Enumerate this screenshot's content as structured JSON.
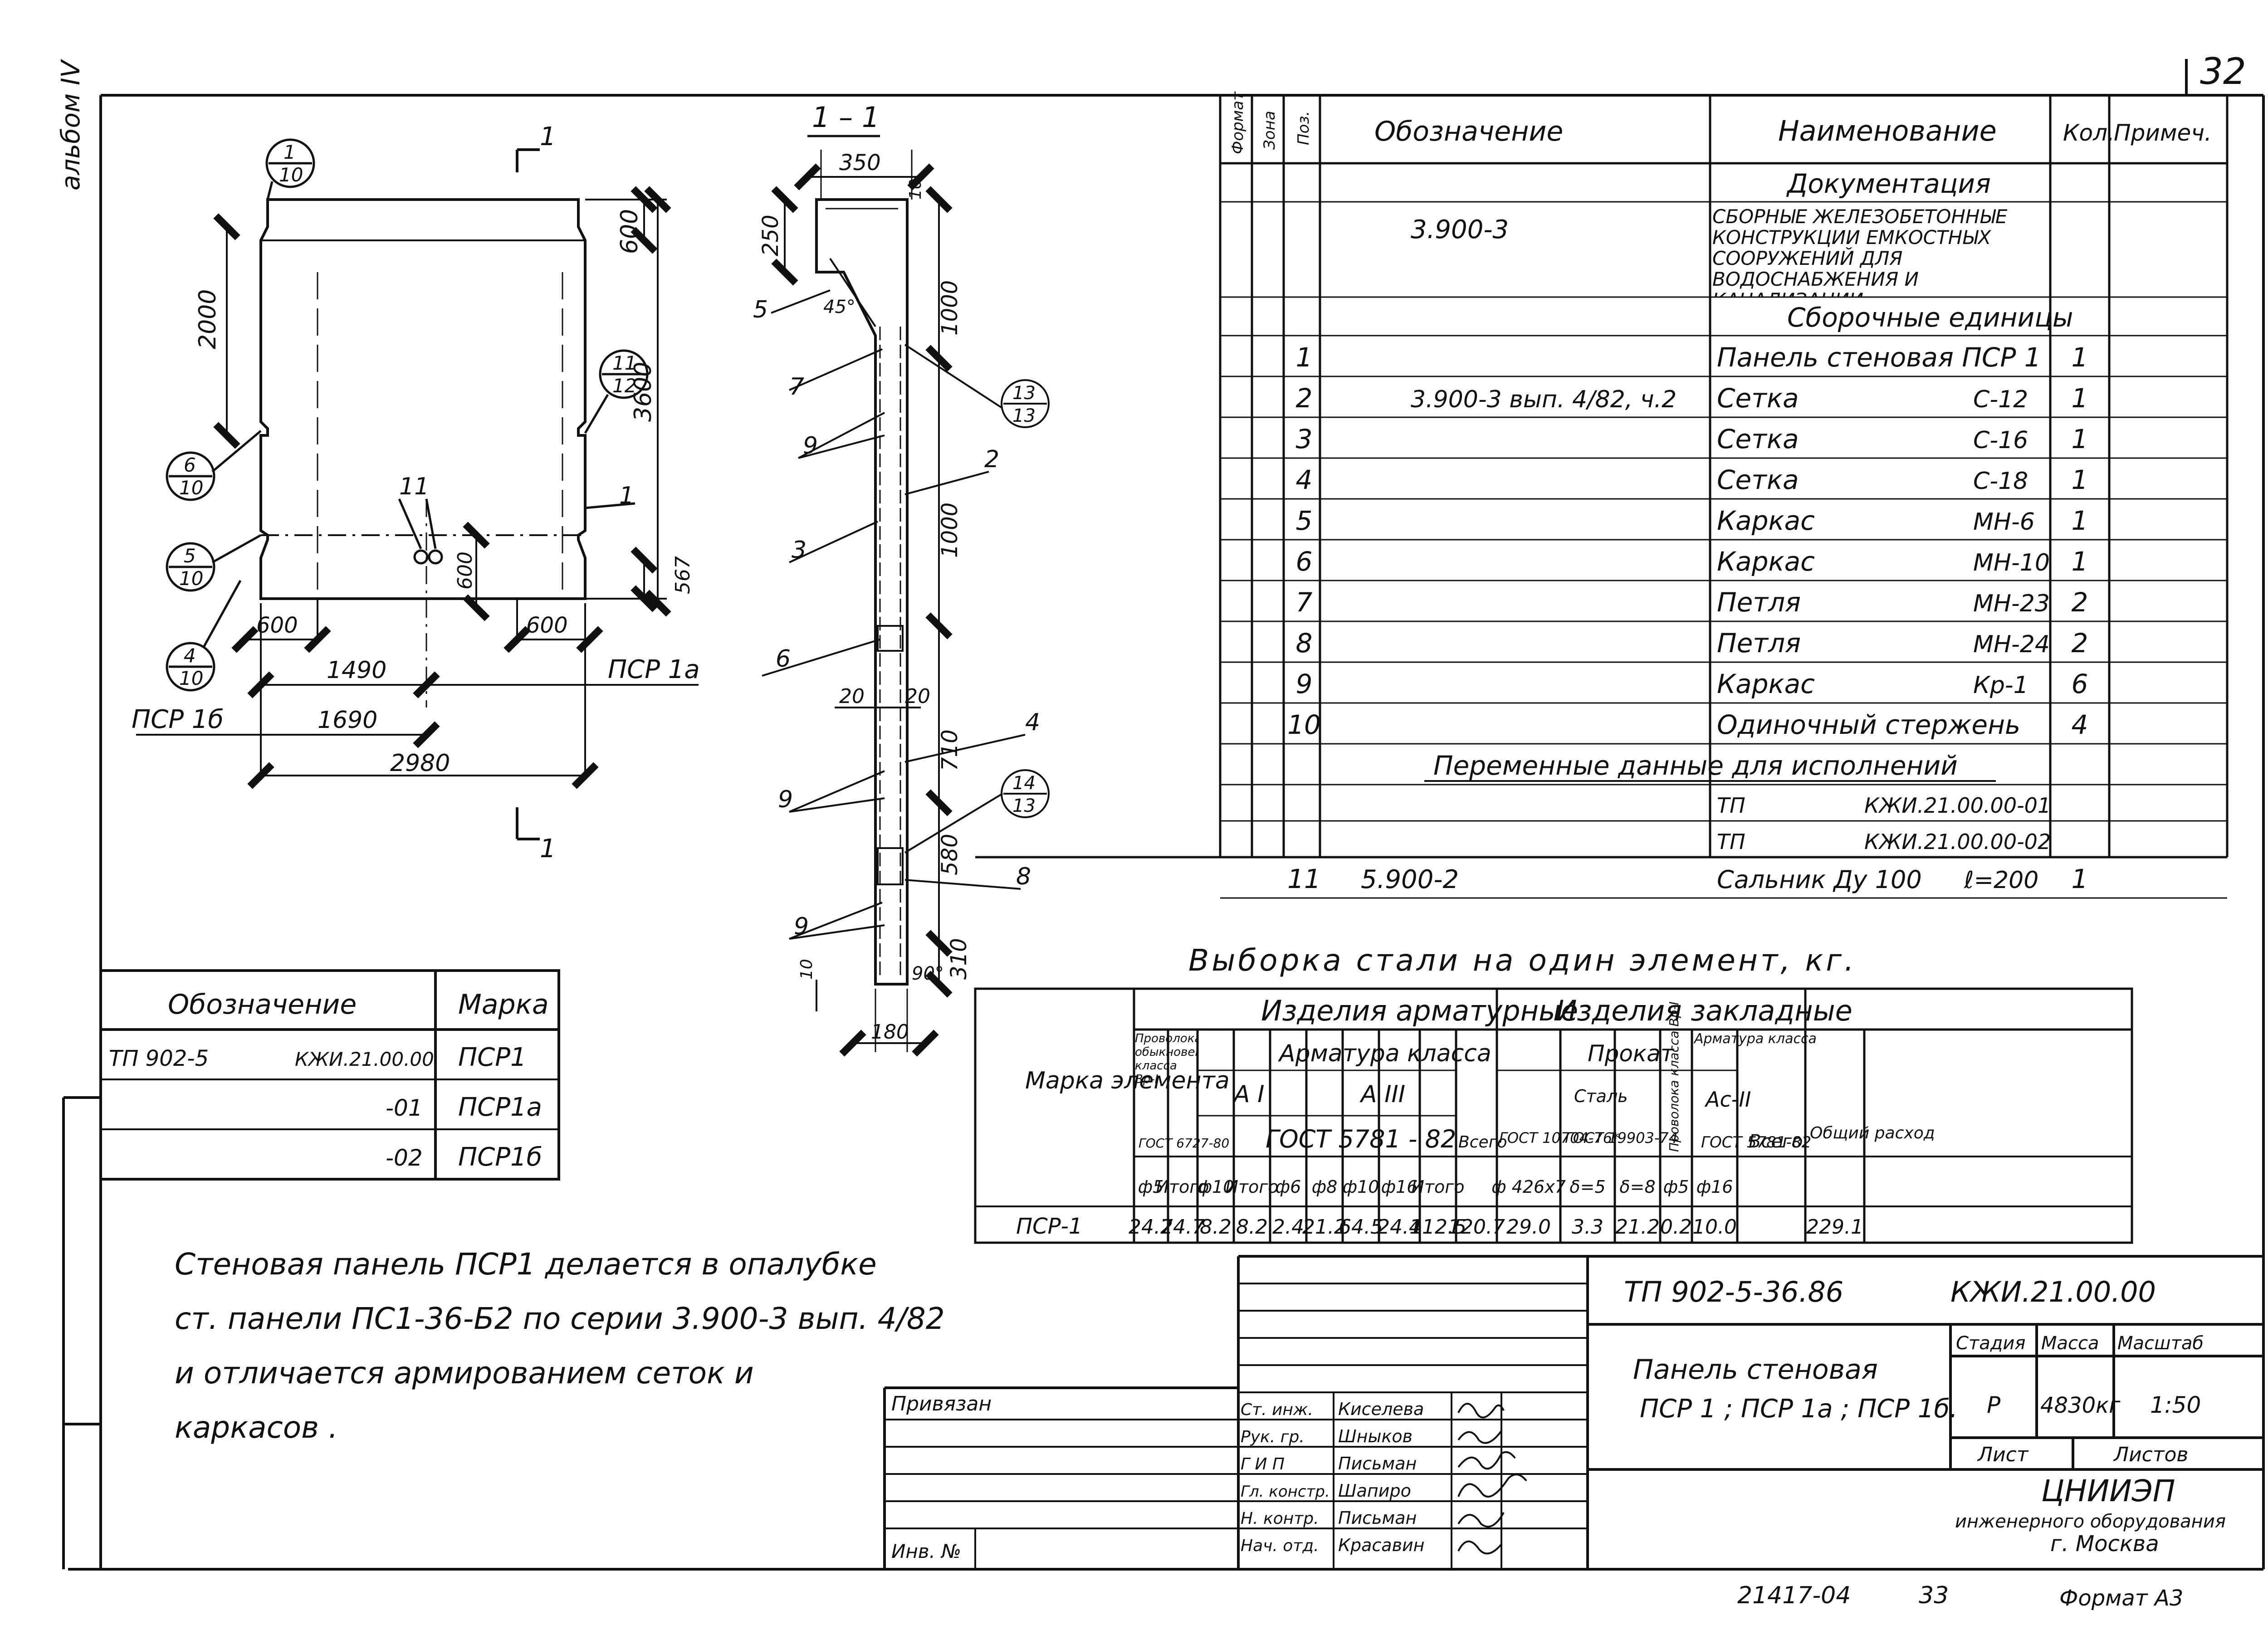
{
  "page_number": "32",
  "side_stamp": "альбом IV",
  "section_label": "1 – 1",
  "section_marker": "1",
  "main_view": {
    "dims": {
      "top_rib": "600",
      "height_upper": "2000",
      "height_total": "3600",
      "opening_v": "600",
      "bottom_567": "567",
      "left_600": "600",
      "right_600": "600",
      "d1490": "1490",
      "d1690": "1690",
      "d2980": "2980"
    },
    "callouts": [
      {
        "num": "1",
        "den": "10"
      },
      {
        "num": "11",
        "den": "12"
      },
      {
        "num": "6",
        "den": "10"
      },
      {
        "num": "5",
        "den": "10"
      },
      {
        "num": "4",
        "den": "10"
      }
    ],
    "leaders": {
      "pos1": "1",
      "pos11": "11"
    },
    "variant_a": "ПСР 1а",
    "variant_b": "ПСР 1б"
  },
  "section_view": {
    "dims": {
      "w350": "350",
      "d10top": "10",
      "d250": "250",
      "d1000a": "1000",
      "d1000b": "1000",
      "d20a": "20",
      "d20b": "20",
      "d710": "710",
      "d580": "580",
      "d310": "310",
      "d10bot": "10",
      "w180": "180",
      "angle45": "45°",
      "angle90": "90°"
    },
    "positions": [
      "5",
      "7",
      "9",
      "3",
      "6",
      "9",
      "9",
      "2",
      "4",
      "8"
    ],
    "callouts": [
      {
        "num": "13",
        "den": "13"
      },
      {
        "num": "14",
        "den": "13"
      }
    ]
  },
  "spec": {
    "headers": {
      "format": "Формат",
      "zone": "Зона",
      "pos": "Поз.",
      "designation": "Обозначение",
      "name": "Наименование",
      "qty": "Кол.",
      "note": "Примеч."
    },
    "rows": [
      {
        "pos": "",
        "designation": "",
        "name": "Документация",
        "qty": "",
        "style": "section"
      },
      {
        "pos": "",
        "designation": "3.900-3",
        "name": "Сборные железобетонные конструкции емкостных сооружений для водоснабжения и канализации.",
        "qty": "",
        "style": "small"
      },
      {
        "pos": "",
        "designation": "",
        "name": "Сборочные единицы",
        "qty": "",
        "style": "section"
      },
      {
        "pos": "1",
        "designation": "",
        "name": "Панель стеновая ПСР 1",
        "mark": "",
        "qty": "1"
      },
      {
        "pos": "2",
        "designation": "3.900-3   вып. 4/82, ч.2",
        "name": "Сетка",
        "mark": "С-12",
        "qty": "1"
      },
      {
        "pos": "3",
        "designation": "",
        "name": "Сетка",
        "mark": "С-16",
        "qty": "1"
      },
      {
        "pos": "4",
        "designation": "",
        "name": "Сетка",
        "mark": "С-18",
        "qty": "1"
      },
      {
        "pos": "5",
        "designation": "",
        "name": "Каркас",
        "mark": "МН-6",
        "qty": "1"
      },
      {
        "pos": "6",
        "designation": "",
        "name": "Каркас",
        "mark": "МН-10",
        "qty": "1"
      },
      {
        "pos": "7",
        "designation": "",
        "name": "Петля",
        "mark": "МН-23",
        "qty": "2"
      },
      {
        "pos": "8",
        "designation": "",
        "name": "Петля",
        "mark": "МН-24",
        "qty": "2"
      },
      {
        "pos": "9",
        "designation": "",
        "name": "Каркас",
        "mark": "Кр-1",
        "qty": "6"
      },
      {
        "pos": "10",
        "designation": "",
        "name": "Одиночный стержень",
        "mark": "",
        "qty": "4"
      }
    ],
    "variable_header": "Переменные данные для исполнений",
    "variants": [
      {
        "code": "ТП",
        "doc": "КЖИ.21.00.00-01"
      },
      {
        "code": "ТП",
        "doc": "КЖИ.21.00.00-02"
      }
    ],
    "extra_row": {
      "pos": "11",
      "designation": "5.900-2",
      "name": "Сальник Ду 100",
      "mark": "ℓ=200",
      "qty": "1"
    }
  },
  "steel": {
    "title": "Выборка   стали   на   один   элемент,   кг.",
    "mark_header": "Марка элемента",
    "armature_header": "Изделия   арматурные",
    "embedded_header": "Изделия   закладные",
    "wire_header": "Проволока обыкновенная класса Вр-I",
    "wire_gost": "ГОСТ 6727-80",
    "class_header": "Арматура   класса",
    "a1": "А I",
    "a3": "А III",
    "gost5781": "ГОСТ   5781 - 82",
    "total": "Всего",
    "prokat": "Прокат",
    "stal": "Сталь",
    "gost10704": "ГОСТ 10704-76*",
    "gost19903": "ГОСТ 19903-74",
    "wire_vr1": "Проволока класса Вр-I",
    "armature_ac2": "Арматура класса",
    "ac2": "Ас-II",
    "gost5781b": "ГОСТ 5781-82",
    "grand_total": "Общий расход",
    "subheaders": [
      "ф5",
      "Итого",
      "ф10",
      "Итого",
      "ф6",
      "ф8",
      "ф10",
      "ф16",
      "Итого",
      "",
      "ф 426х7",
      "δ=5",
      "δ=8",
      "ф5",
      "ф16",
      "",
      ""
    ],
    "row": {
      "mark": "ПСР-1",
      "values": [
        "24.7",
        "24.7",
        "8.2",
        "8.2",
        "2.4",
        "21.2",
        "64.5",
        "24.4",
        "112.5",
        "120.7",
        "29.0",
        "3.3",
        "21.2",
        "0.2",
        "10.0",
        "",
        "229.1"
      ]
    }
  },
  "designation_table": {
    "headers": [
      "Обозначение",
      "Марка"
    ],
    "rows": [
      {
        "prefix": "ТП 902-5",
        "code": "КЖИ.21.00.00",
        "mark": "ПСР1"
      },
      {
        "prefix": "",
        "code": "-01",
        "mark": "ПСР1а"
      },
      {
        "prefix": "",
        "code": "-02",
        "mark": "ПСР1б"
      }
    ]
  },
  "note_lines": [
    "Стеновая панель ПСР1 делается в опалубке",
    "ст. панели ПС1-36-Б2 по серии 3.900-3 вып. 4/82",
    "и отличается армированием сеток и",
    "каркасов ."
  ],
  "title_block": {
    "project": "ТП 902-5-36.86",
    "code": "КЖИ.21.00.00",
    "drawing_title_1": "Панель   стеновая",
    "drawing_title_2": "ПСР 1 ; ПСР 1а ; ПСР 1б.",
    "stage_label": "Стадия",
    "mass_label": "Масса",
    "scale_label": "Масштаб",
    "stage": "Р",
    "mass": "4830кг",
    "scale": "1:50",
    "sheet_label": "Лист",
    "sheets_label": "Листов",
    "org_1": "ЦНИИЭП",
    "org_2": "инженерного оборудования",
    "org_3": "г. Москва",
    "bound": "Привязан",
    "inv": "Инв. №",
    "roles": [
      {
        "role": "Ст. инж.",
        "name": "Киселева"
      },
      {
        "role": "Рук. гр.",
        "name": "Шныков"
      },
      {
        "role": "Г И П",
        "name": "Письман"
      },
      {
        "role": "Гл. констр.",
        "name": "Шапиро"
      },
      {
        "role": "Н. контр.",
        "name": "Письман"
      },
      {
        "role": "Нач. отд.",
        "name": "Красавин"
      }
    ]
  },
  "footer": {
    "archive": "21417-04",
    "page": "33",
    "format": "Формат А3"
  }
}
